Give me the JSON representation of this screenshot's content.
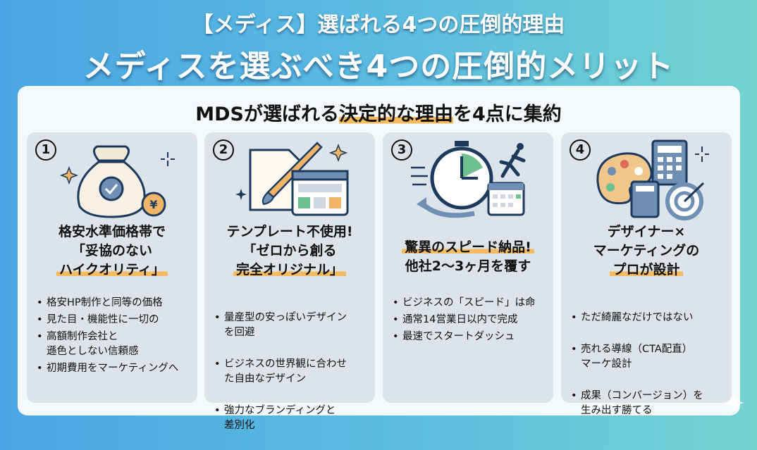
{
  "header": {
    "title": "【メディス】選ばれる4つの圧倒的理由",
    "headline": "メディスを選ぶべき4つの圧倒的メリット"
  },
  "subtitle": {
    "pre": "MDSが選ばれる",
    "highlight": "決定的な理由",
    "post": "を4点に集約"
  },
  "cards": [
    {
      "number": "1",
      "icon": "money-bag-coins-icon",
      "title": [
        "格安水準価格帯で",
        "「妥協のない",
        "ハイクオリティ」"
      ],
      "bullets": [
        "格安HP制作と同等の価格",
        "見た目・機能性に一切の",
        "高額制作会社と\n遜色としない信頼感",
        "初期費用をマーケティングへ"
      ]
    },
    {
      "number": "2",
      "icon": "paper-brush-browser-icon",
      "title": [
        "テンプレート不使用!",
        "「ゼロから創る",
        "完全オリジナル」"
      ],
      "bullets": [
        "量産型の安っぽいデザイン\nを回避",
        "ビジネスの世界観に合わせ\nた自由なデザイン",
        "強力なブランディングと\n差別化"
      ]
    },
    {
      "number": "3",
      "icon": "stopwatch-runner-calendar-icon",
      "title": [
        "驚異のスピード納品!",
        "他社2〜3ヶ月を覆す"
      ],
      "bullets": [
        "ビジネスの「スピード」は命",
        "通常14営業日以内で完成",
        "最速でスタートダッシュ"
      ]
    },
    {
      "number": "4",
      "icon": "palette-calculator-target-icon",
      "title": [
        "デザイナー×",
        "マーケティングの",
        "プロが設計"
      ],
      "bullets": [
        "ただ綺麗なだけではない",
        "売れる導線（CTA配直）\nマーケ設計",
        "成果（コンバージョン）を\n生み出す勝てる"
      ]
    }
  ],
  "colors": {
    "accent": "#f5bb5e",
    "card": "#dde3ea",
    "bg_left": "#4aa6e2",
    "bg_right": "#74d3cf"
  }
}
